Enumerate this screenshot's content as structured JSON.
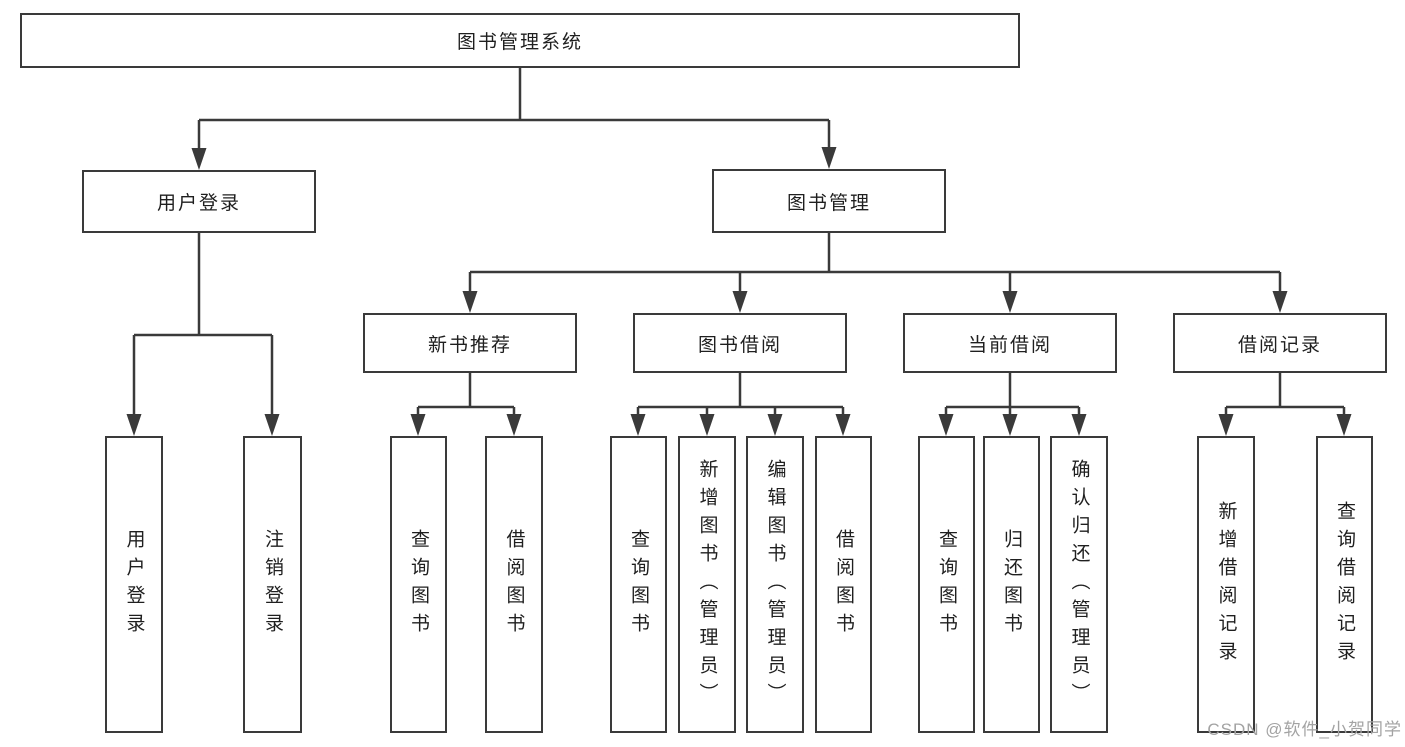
{
  "diagram": {
    "root": {
      "label": "图书管理系统"
    },
    "level2": {
      "user_login": {
        "label": "用户登录"
      },
      "book_management": {
        "label": "图书管理"
      }
    },
    "level3": {
      "new_book_recommend": {
        "label": "新书推荐"
      },
      "book_borrowing": {
        "label": "图书借阅"
      },
      "current_borrowing": {
        "label": "当前借阅"
      },
      "borrowing_records": {
        "label": "借阅记录"
      }
    },
    "leaves": {
      "user_login": {
        "label": "用户登录"
      },
      "logout": {
        "label": "注销登录"
      },
      "recommend_query_books": {
        "label": "查询图书"
      },
      "recommend_borrow_books": {
        "label": "借阅图书"
      },
      "borrowing_query_books": {
        "label": "查询图书"
      },
      "add_books_admin": {
        "label": "新增图书（管理员）"
      },
      "edit_books_admin": {
        "label": "编辑图书（管理员）"
      },
      "borrow_books": {
        "label": "借阅图书"
      },
      "current_query_books": {
        "label": "查询图书"
      },
      "return_books": {
        "label": "归还图书"
      },
      "confirm_return_admin": {
        "label": "确认归还（管理员）"
      },
      "add_borrow_record": {
        "label": "新增借阅记录"
      },
      "query_borrow_record": {
        "label": "查询借阅记录"
      }
    },
    "colors": {
      "line": "#3a3a3a",
      "text": "#1f1f1f",
      "background": "#ffffff",
      "watermark": "#a3a3a3"
    }
  },
  "watermark": {
    "text": "CSDN @软件_小贺同学"
  }
}
